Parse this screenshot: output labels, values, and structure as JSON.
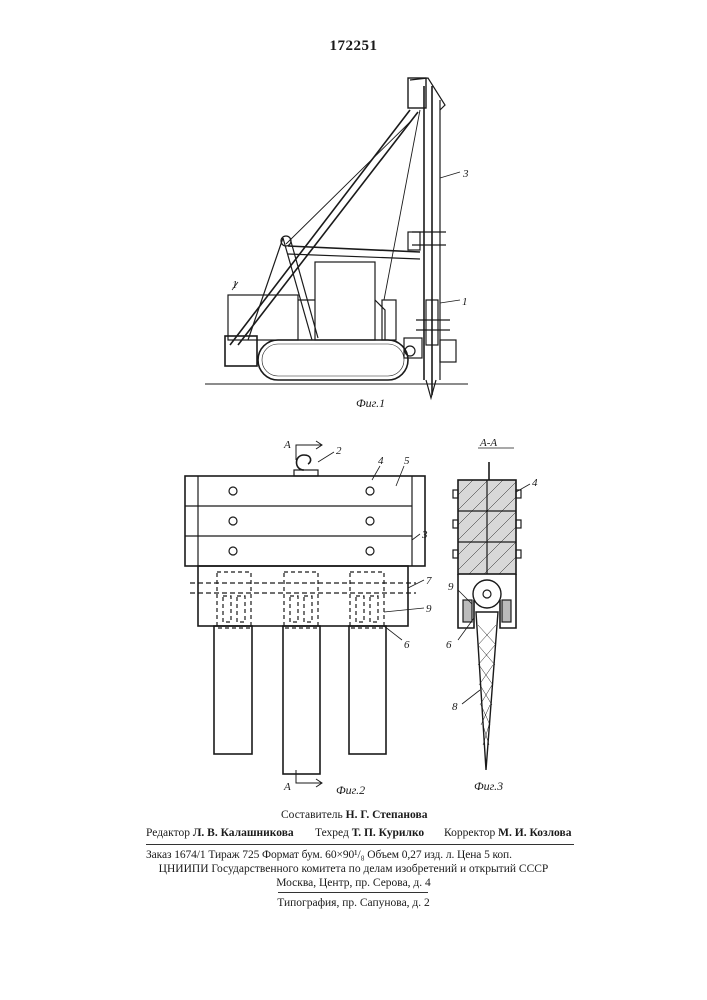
{
  "patent_number": "172251",
  "figures": {
    "fig1": {
      "label": "Фиг.1",
      "callouts": [
        "3",
        "1",
        "1"
      ]
    },
    "fig2": {
      "label": "Фиг.2",
      "section_marker": "А",
      "callouts": [
        "2",
        "4",
        "5",
        "3",
        "7",
        "9",
        "6"
      ]
    },
    "fig3": {
      "label": "Фиг.3",
      "section_title": "А-А",
      "callouts": [
        "4",
        "9",
        "6",
        "8"
      ]
    }
  },
  "footer": {
    "compiler": {
      "role": "Составитель",
      "name": "Н. Г. Степанова"
    },
    "editor": {
      "role": "Редактор",
      "name": "Л. В. Калашникова"
    },
    "techred": {
      "role": "Техред",
      "name": "Т. П. Курилко"
    },
    "corrector": {
      "role": "Корректор",
      "name": "М. И. Козлова"
    },
    "order_line": "Заказ 1674/1   Тираж 725   Формат бум. 60×90¹/₈   Объем 0,27 изд. л.   Цена 5 коп.",
    "org_line": "ЦНИИПИ Государственного комитета по делам изобретений и открытий СССР",
    "address_line": "Москва, Центр, пр. Серова, д. 4",
    "printer_line": "Типография, пр. Сапунова, д. 2"
  }
}
